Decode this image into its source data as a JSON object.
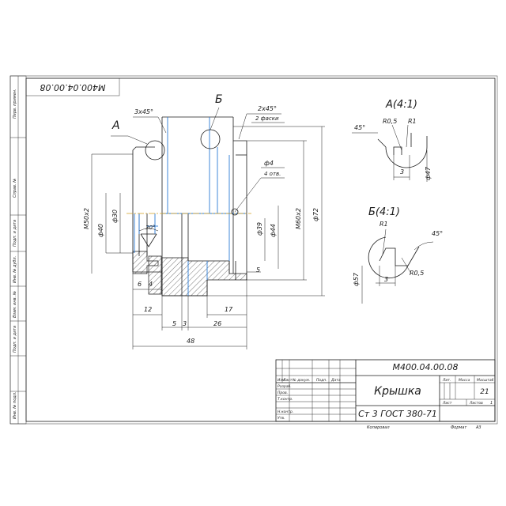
{
  "drawing": {
    "code_stamp": "М400.04.00.08",
    "designation": "М400.04.00.08",
    "title": "Крышка",
    "material": "Ст 3 ГОСТ 380-71",
    "scale": "21",
    "sheet_label": "Лист",
    "sheets_label": "Листов",
    "sheets_value": "1",
    "lit_label": "Лит.",
    "mass_label": "Масса",
    "scale_label": "Масштаб",
    "copied_label": "Копировал",
    "format_label": "Формат",
    "format_value": "А3"
  },
  "title_block_rows": {
    "change": "Изм",
    "sheet": "Лист",
    "doc_no": "№ докум.",
    "sign": "Подп.",
    "date": "Дата",
    "developed": "Разраб.",
    "checked": "Пров.",
    "tech_control": "Т.контр.",
    "norm_control": "Н.контр.",
    "approved": "Утв."
  },
  "side_strip": [
    "Перв. примен.",
    "Справ. №",
    "Подп. и дата",
    "Инв. № дубл.",
    "Взам. инв. №",
    "Подп. и дата",
    "Инв. № подл."
  ],
  "views": {
    "label_a": "А",
    "label_b": "Б",
    "detail_a_title": "А(4:1)",
    "detail_b_title": "Б(4:1)"
  },
  "dimensions": {
    "chamfer_1": "3х45°",
    "chamfer_2": "2х45°",
    "chamfer_2_note": "2 фаски",
    "hole_dia": "ф4",
    "hole_count": "4 отв.",
    "thread_1": "М50х2",
    "thread_2": "М60х2",
    "dia_72": "ф72",
    "dia_40": "ф40",
    "dia_30": "ф30",
    "dia_39": "ф39",
    "dia_44": "ф44",
    "angle_30": "30°",
    "d6": "6",
    "d4": "4",
    "d12": "12",
    "d5": "5",
    "d5b": "5",
    "d3": "3",
    "d17": "17",
    "d26": "26",
    "d48": "48",
    "a_angle": "45°",
    "a_r05": "R0,5",
    "a_r1": "R1",
    "a_3": "3",
    "a_dia47": "ф47",
    "b_r1": "R1",
    "b_angle": "45°",
    "b_r05": "R0,5",
    "b_3": "3",
    "b_dia57": "ф57"
  }
}
